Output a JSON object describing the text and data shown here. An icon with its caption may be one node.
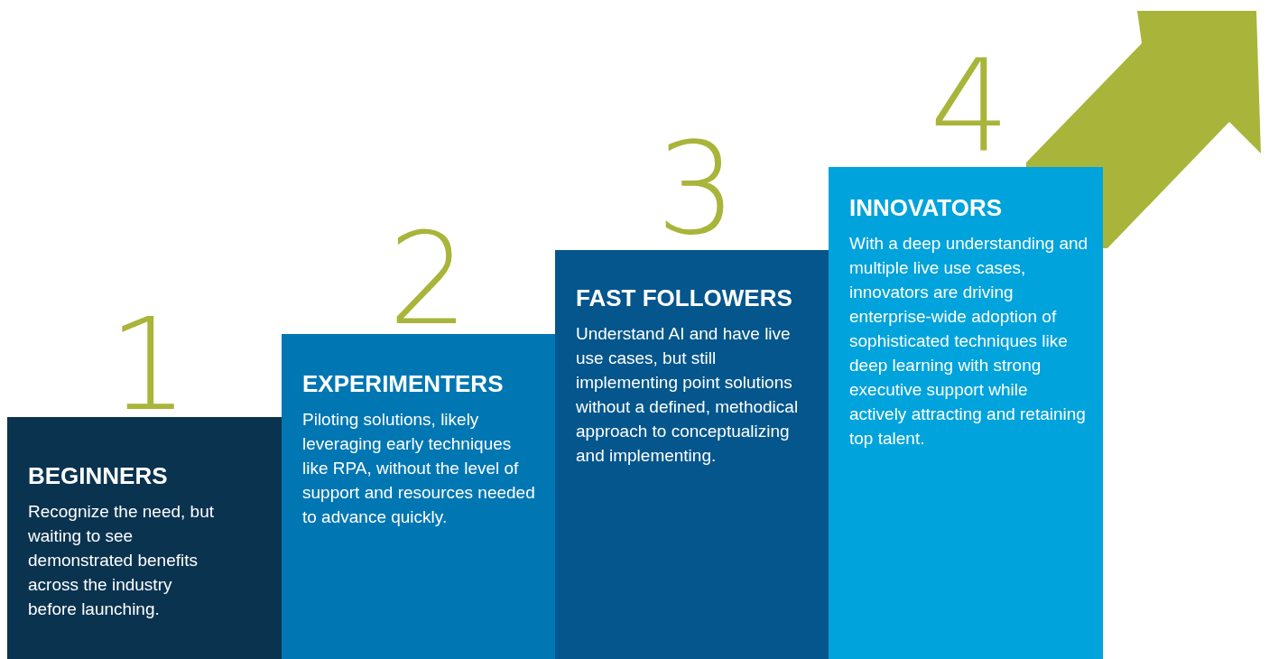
{
  "diagram": {
    "nodes": [
      {
        "text": [
          "BEGINNERS",
          "Recognize the need, but waiting to see demonstrated benefits across the industry before launching."
        ],
        "beside": [
          "1"
        ]
      },
      {
        "text": [
          "EXPERIMENTERS",
          "Piloting solutions, likely leveraging early techniques like RPA, without the level of support and resources needed to advance quickly."
        ],
        "beside": [
          "2"
        ]
      },
      {
        "text": [
          "FAST FOLLOWERS",
          "Understand AI and have live use cases, but still implementing point solutions without a defined, methodical approach to conceptualizing and implementing."
        ],
        "beside": [
          "3"
        ]
      },
      {
        "text": [
          "INNOVATORS",
          "With a deep understanding and multiple live use cases, innovators are driving enterprise-wide adoption of sophisticated techniques like deep learning with strong executive support while actively attracting and retaining top talent."
        ],
        "beside": [
          "4"
        ]
      }
    ]
  }
}
